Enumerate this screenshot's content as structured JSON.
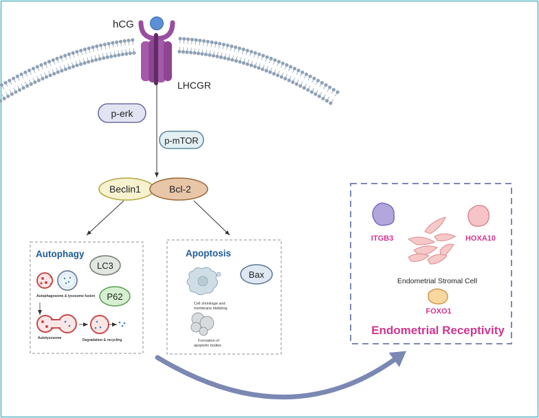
{
  "colors": {
    "frame": "#5bb7c6",
    "membrane": "#8fa2b6",
    "receptor": "#9a4f9e",
    "ligand": "#5b8fd6",
    "heading_blue": "#1f5a96",
    "pink_text": "#d0358f",
    "dashed": "#8c8c8c",
    "receptivity_box": "#7b87b8",
    "big_arrow": "#7b88b3"
  },
  "ligand": {
    "label": "hCG",
    "icon": "hcg-ligand-icon"
  },
  "receptor": {
    "label": "LHCGR",
    "icon": "lhcgr-receptor-icon"
  },
  "signals": {
    "perk": "p-erk",
    "pmtor": "p-mTOR"
  },
  "proteins": {
    "beclin": "Beclin1",
    "bcl2": "Bcl-2"
  },
  "autophagy": {
    "title": "Autophagy",
    "markers": [
      "LC3",
      "P62"
    ],
    "fusion_caption": "Autophagosome & lysosome fusion",
    "autolysosome_caption": "Autolysosome",
    "degradation_caption": "Degradation & recycling"
  },
  "apoptosis": {
    "title": "Apoptosis",
    "marker": "Bax",
    "shrink_caption_1": "Cell shrinkage and",
    "shrink_caption_2": "membrane blebbing",
    "bodies_caption_1": "Formation of",
    "bodies_caption_2": "apoptotic bodies"
  },
  "receptivity": {
    "genes": [
      "ITGB3",
      "HOXA10",
      "FOXO1"
    ],
    "cell_label": "Endometrial Stromal Cell",
    "title": "Endometrial Receptivity"
  }
}
